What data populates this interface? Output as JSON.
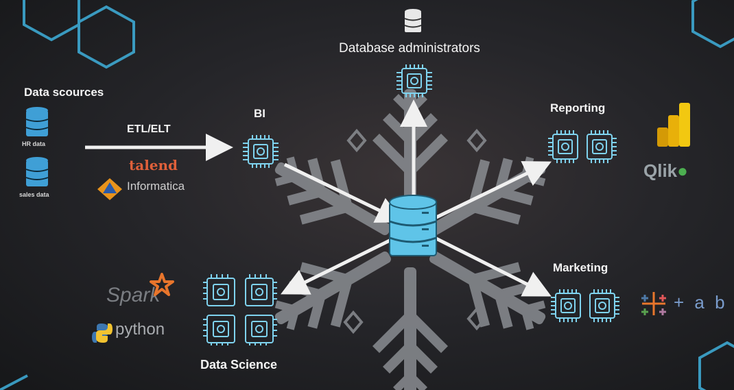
{
  "sources": {
    "title": "Data scources",
    "items": [
      {
        "label": "HR data",
        "icon": "database-icon"
      },
      {
        "label": "sales data",
        "icon": "database-icon"
      }
    ]
  },
  "etl": {
    "label": "ETL/ELT",
    "tools": [
      "talend",
      "Informatica"
    ]
  },
  "hub": {
    "icon": "database-icon"
  },
  "consumers": {
    "bi": "BI",
    "dba": "Database administrators",
    "reporting": "Reporting",
    "marketing": "Marketing",
    "data_science": "Data Science"
  },
  "tools": {
    "spark": "Spark",
    "python": "python",
    "qlik": "Qlik",
    "tableau": "+ a b l",
    "powerbi": "power-bi-icon"
  },
  "colors": {
    "accent": "#5fc4e8",
    "snowflake": "#8a8d92",
    "arrow": "#f0f0f0",
    "talend": "#e0603a",
    "spark": "#e8752c",
    "qlik": "#9aa3a8"
  }
}
